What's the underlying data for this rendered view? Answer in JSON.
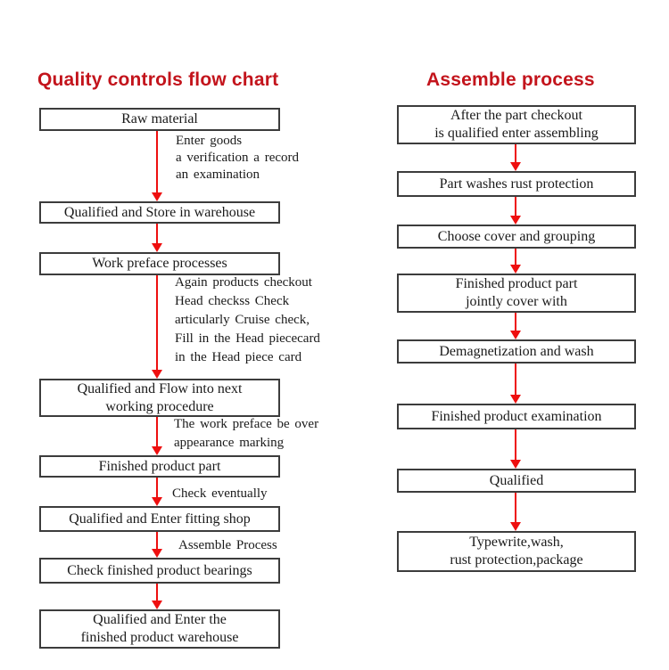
{
  "colors": {
    "background": "#ffffff",
    "title_red": "#c3141c",
    "arrow_red": "#ee0f0f",
    "box_border": "#3c3c3c",
    "box_text": "#1a1a1a"
  },
  "left_chart": {
    "title": "Quality controls flow chart",
    "boxes": [
      {
        "label": "Raw material"
      },
      {
        "label": "Qualified and Store in warehouse"
      },
      {
        "label": "Work preface processes"
      },
      {
        "label": "Qualified and Flow into next\nworking procedure"
      },
      {
        "label": "Finished product part"
      },
      {
        "label": "Qualified and Enter fitting shop"
      },
      {
        "label": "Check finished product bearings"
      },
      {
        "label": "Qualified and Enter the\nfinished product warehouse"
      }
    ],
    "annotations": [
      {
        "text": "Enter goods\na verification a record\nan examination"
      },
      {
        "text": "Again products checkout\nHead checkss Check\narticularly Cruise check,\nFill in the Head piececard\nin the Head piece card"
      },
      {
        "text": "The work preface be over\nappearance marking"
      },
      {
        "text": "Check eventually"
      },
      {
        "text": "Assemble Process"
      }
    ]
  },
  "right_chart": {
    "title": "Assemble process",
    "boxes": [
      {
        "label": "After the part checkout\nis qualified enter assembling"
      },
      {
        "label": "Part washes rust protection"
      },
      {
        "label": "Choose cover and grouping"
      },
      {
        "label": "Finished product part\njointly cover with"
      },
      {
        "label": "Demagnetization and wash"
      },
      {
        "label": "Finished product examination"
      },
      {
        "label": "Qualified"
      },
      {
        "label": "Typewrite,wash,\nrust protection,package"
      }
    ]
  }
}
